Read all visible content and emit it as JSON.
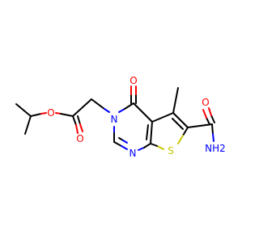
{
  "molecule": {
    "colors": {
      "carbon_bond": "#000000",
      "oxygen": "#ff0000",
      "nitrogen": "#0000ff",
      "sulfur": "#c6c600",
      "background": "#ffffff"
    },
    "atom_labels": {
      "ester_oxygen": "O",
      "ester_carbonyl_oxygen": "O",
      "ring_nitrogen_3": "N",
      "ring_nitrogen_1": "N",
      "keto_oxygen": "O",
      "thiophene_sulfur": "S",
      "amide_oxygen": "O",
      "amide_nh2": "NH2"
    }
  }
}
